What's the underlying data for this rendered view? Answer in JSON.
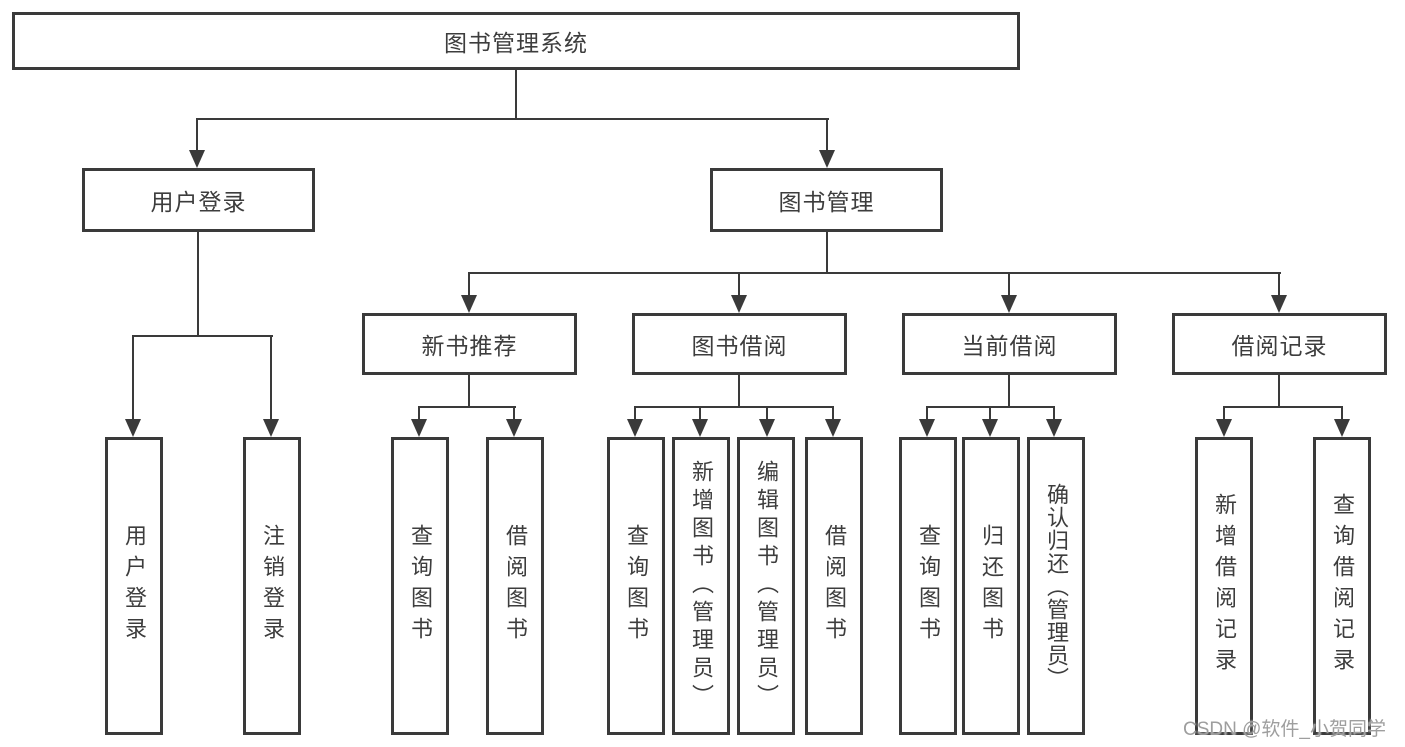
{
  "diagram": {
    "root": "图书管理系统",
    "level2": [
      {
        "id": "user-login",
        "label": "用户登录"
      },
      {
        "id": "book-management",
        "label": "图书管理"
      }
    ],
    "level3": [
      {
        "id": "new-book-recommend",
        "label": "新书推荐",
        "parent": "图书管理"
      },
      {
        "id": "book-borrow",
        "label": "图书借阅",
        "parent": "图书管理"
      },
      {
        "id": "current-borrow",
        "label": "当前借阅",
        "parent": "图书管理"
      },
      {
        "id": "borrow-records",
        "label": "借阅记录",
        "parent": "图书管理"
      }
    ],
    "leaves": {
      "user_login": [
        "用户登录",
        "注销登录"
      ],
      "new_book_recommend": [
        "查询图书",
        "借阅图书"
      ],
      "book_borrow": [
        "查询图书",
        "新增图书（管理员）",
        "编辑图书（管理员）",
        "借阅图书"
      ],
      "current_borrow": [
        "查询图书",
        "归还图书",
        "确认归还（管理员）"
      ],
      "borrow_records": [
        "新增借阅记录",
        "查询借阅记录"
      ]
    }
  },
  "colors": {
    "line": "#3a3a3a",
    "text": "#3d3d3d",
    "watermark_text": "#9e9e9e"
  },
  "watermark": {
    "text": "CSDN @软件_小贺同学"
  }
}
